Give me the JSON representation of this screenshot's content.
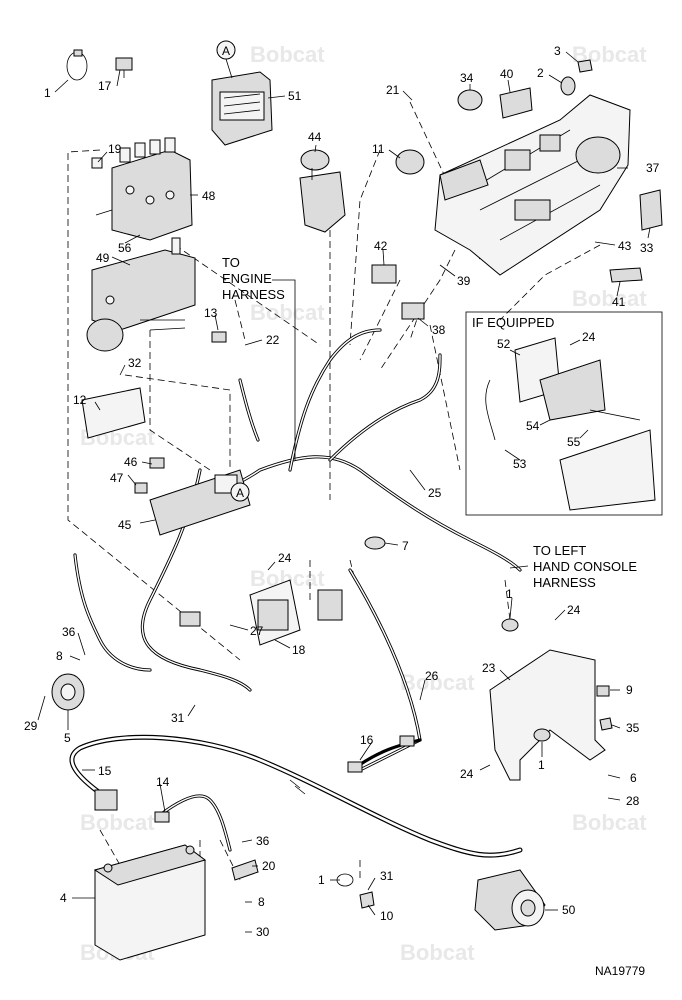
{
  "diagram_code": "NA19779",
  "watermark": "Bobcat",
  "callouts": {
    "A": "A",
    "top": {
      "p1": "1",
      "p17": "17",
      "p51": "51",
      "p19": "19",
      "p48": "48",
      "p56": "56",
      "p49": "49",
      "p44": "44",
      "p21": "21",
      "p34": "34",
      "p40": "40",
      "p3": "3",
      "p2": "2",
      "p11": "11",
      "p37": "37",
      "p33": "33",
      "p42": "42",
      "p43": "43",
      "p39": "39",
      "p41": "41",
      "p38": "38",
      "p13": "13",
      "p22": "22"
    },
    "middle": {
      "p32": "32",
      "p12": "12",
      "p46": "46",
      "p47": "47",
      "p45": "45",
      "p25": "25",
      "p7": "7",
      "p24a": "24",
      "p27": "27",
      "p18": "18",
      "p36a": "36",
      "p8a": "8",
      "p29": "29",
      "p5": "5",
      "p31a": "31",
      "p26": "26"
    },
    "inset": {
      "p52": "52",
      "p24": "24",
      "p54": "54",
      "p55": "55",
      "p53": "53"
    },
    "right": {
      "p1a": "1",
      "p24b": "24",
      "p23": "23",
      "p9": "9",
      "p35": "35",
      "p1b": "1",
      "p6": "6",
      "p28": "28",
      "p24c": "24"
    },
    "bottom": {
      "p15": "15",
      "p14": "14",
      "p16": "16",
      "p4": "4",
      "p36b": "36",
      "p20": "20",
      "p8b": "8",
      "p30": "30",
      "p1c": "1",
      "p31b": "31",
      "p10": "10",
      "p50": "50"
    }
  },
  "notes": {
    "to_engine_line1": "TO",
    "to_engine_line2": "ENGINE",
    "to_engine_line3": "HARNESS",
    "if_equipped": "IF EQUIPPED",
    "to_left_line1": "TO LEFT",
    "to_left_line2": "HAND CONSOLE",
    "to_left_line3": "HARNESS"
  }
}
